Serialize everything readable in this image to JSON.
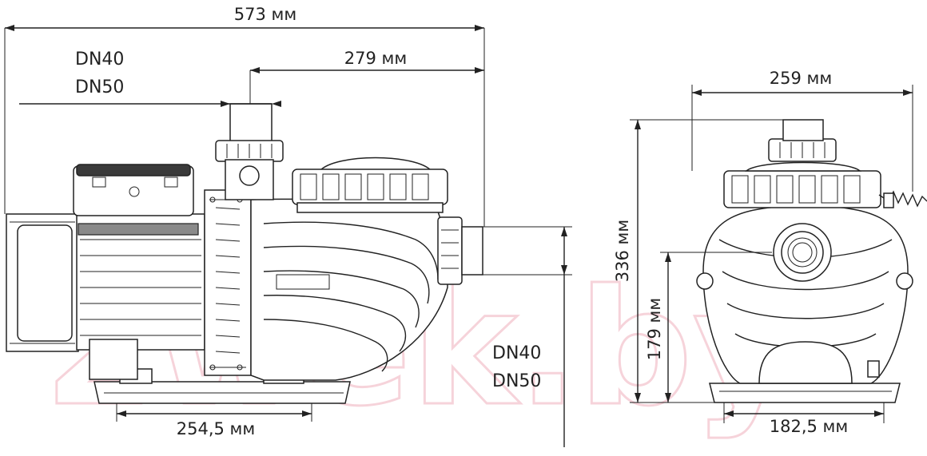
{
  "watermark": "2wek.by",
  "dims": {
    "total_length": "573 мм",
    "inlet_to_end": "279 мм",
    "inlet_dn_top_1": "DN40",
    "inlet_dn_top_2": "DN50",
    "outlet_dn_1": "DN40",
    "outlet_dn_2": "DN50",
    "base_length": "254,5 мм",
    "side_width": "259 мм",
    "total_height": "336 мм",
    "axis_height": "179 мм",
    "base_width": "182,5 мм"
  },
  "colors": {
    "line": "#222222",
    "watermark": "#f4c9d2",
    "dark_part": "#3a3a3a"
  }
}
